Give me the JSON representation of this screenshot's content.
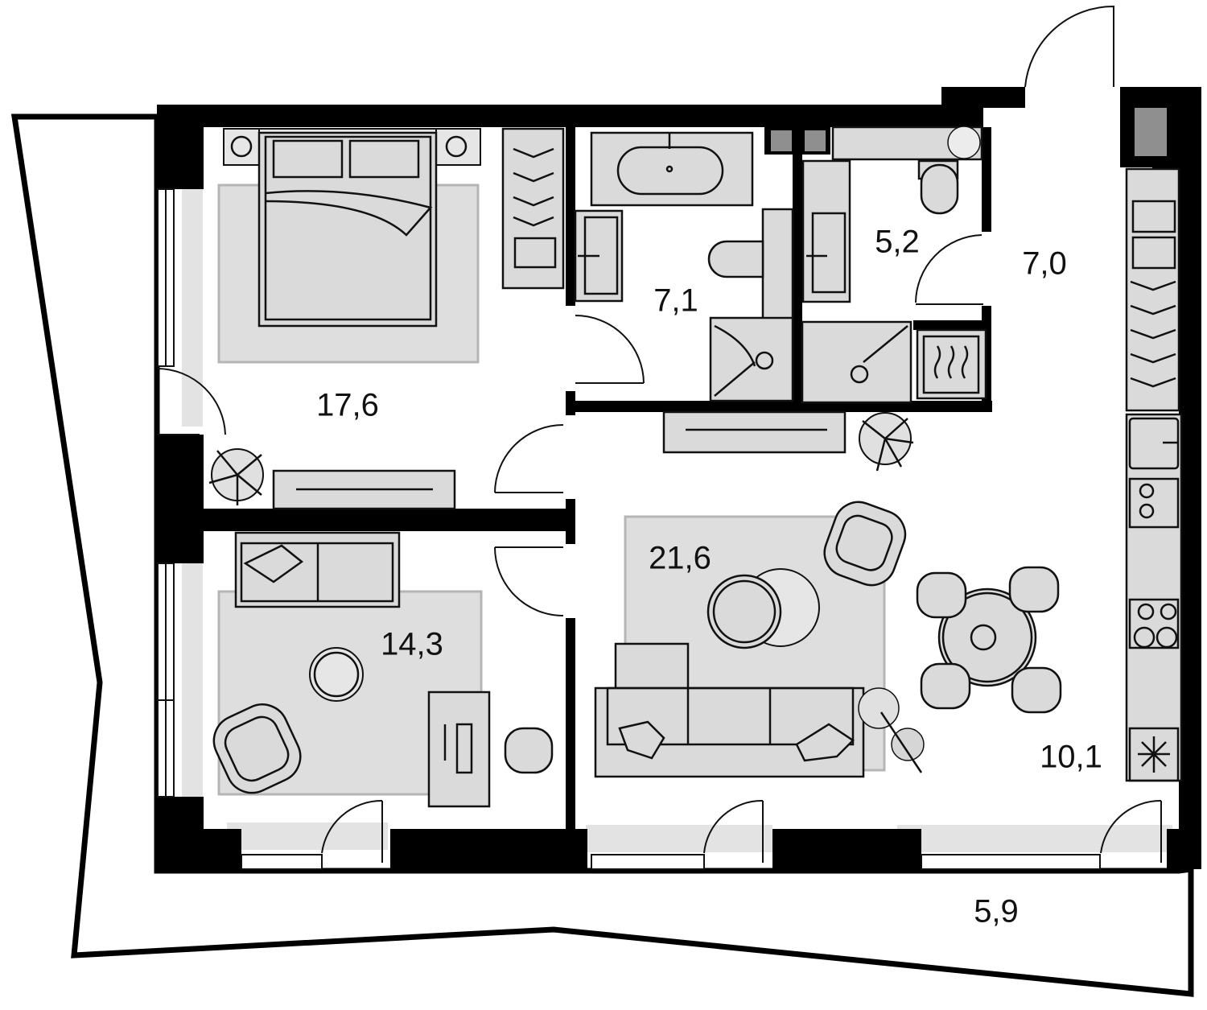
{
  "rooms": [
    {
      "id": "bedroom",
      "area": "17,6"
    },
    {
      "id": "bathroom",
      "area": "7,1"
    },
    {
      "id": "wc",
      "area": "5,2"
    },
    {
      "id": "hall",
      "area": "7,0"
    },
    {
      "id": "study",
      "area": "14,3"
    },
    {
      "id": "living",
      "area": "21,6"
    },
    {
      "id": "kitchen",
      "area": "10,1"
    },
    {
      "id": "balcony",
      "area": "5,9"
    }
  ],
  "icons": [
    "bed-icon",
    "sofa-icon",
    "armchair-icon",
    "bathtub-icon",
    "toilet-icon",
    "sink-icon",
    "shower-icon",
    "washing-machine-icon",
    "plant-icon",
    "dining-table-icon",
    "stove-icon",
    "fridge-icon",
    "wardrobe-icon",
    "desk-icon",
    "floor-lamp-icon",
    "coffee-table-icon"
  ],
  "colors": {
    "wall": "#000000",
    "furniture": "#dadada",
    "rug": "#dedede",
    "background": "#ffffff"
  }
}
